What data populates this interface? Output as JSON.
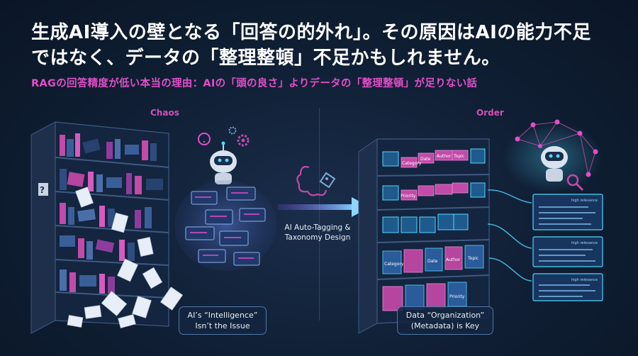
{
  "header": {
    "title_line1": "生成AI導入の壁となる「回答の的外れ」。その原因はAIの能力不足",
    "title_line2": "ではなく、データの「整理整頓」不足かもしれません。",
    "subtitle": "RAGの回答精度が低い本当の理由：AIの「頭の良さ」よりデータの「整理整頓」が足りない話"
  },
  "left": {
    "label": "Chaos",
    "caption_line1": "AI’s “Intelligence”",
    "caption_line2": "Isn’t the Issue",
    "question_mark": "?"
  },
  "center": {
    "label_line1": "AI Auto-Tagging &",
    "label_line2": "Taxonomy Design"
  },
  "right": {
    "label": "Order",
    "caption_line1": "Data “Organization”",
    "caption_line2": "(Metadata) is Key",
    "shelf_tags": [
      "Category",
      "Date",
      "Author",
      "Topic",
      "Priority"
    ],
    "folder_tags": [
      "Category",
      "Date",
      "Author",
      "Topic",
      "Priority"
    ],
    "doc_tags": [
      "high relevance",
      "high relevance",
      "high relevance"
    ]
  },
  "colors": {
    "accent_pink": "#e24ec9",
    "accent_cyan": "#4fd8ff",
    "background": "#0d1b2e"
  }
}
